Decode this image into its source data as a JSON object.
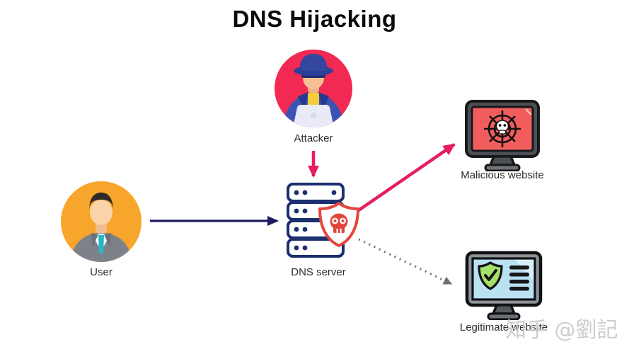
{
  "title": "DNS Hijacking",
  "watermark": "知乎 @劉記",
  "nodes": {
    "attacker": {
      "label": "Attacker",
      "icon": "attacker-hacker-avatar-icon",
      "circle_color": "#f22952"
    },
    "user": {
      "label": "User",
      "icon": "user-businessman-avatar-icon",
      "circle_color": "#f7a62b"
    },
    "dns_server": {
      "label": "DNS server",
      "icon": "server-rack-skull-shield-icon",
      "outline_color": "#1c2f6e",
      "shield_color": "#e2453c"
    },
    "malicious_website": {
      "label": "Malicious website",
      "icon": "monitor-spiderweb-skull-icon",
      "screen_color": "#f15d5d"
    },
    "legitimate_website": {
      "label": "Legitimate website",
      "icon": "monitor-shield-check-icon",
      "screen_color": "#b9e1f2",
      "shield_color": "#a5e168"
    }
  },
  "edges": [
    {
      "from": "user",
      "to": "dns_server",
      "style": "solid",
      "color": "#1c1c5e"
    },
    {
      "from": "attacker",
      "to": "dns_server",
      "style": "solid",
      "color": "#e61e5e"
    },
    {
      "from": "dns_server",
      "to": "malicious_website",
      "style": "solid",
      "color": "#e61e5e"
    },
    {
      "from": "dns_server",
      "to": "legitimate_website",
      "style": "dotted",
      "color": "#6f6f6f"
    }
  ]
}
